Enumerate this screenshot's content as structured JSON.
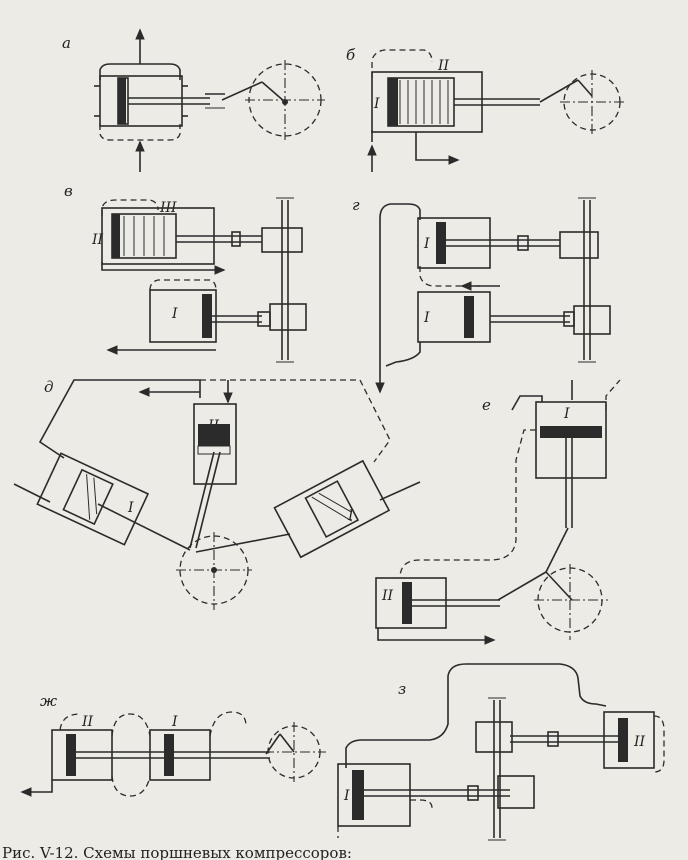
{
  "figure": {
    "caption": "Рис. V-12. Схемы поршневых компрессоров:",
    "panels": [
      {
        "id": "a",
        "label": "а",
        "stages": []
      },
      {
        "id": "b",
        "label": "б",
        "stages": [
          "I",
          "II"
        ]
      },
      {
        "id": "v",
        "label": "в",
        "stages": [
          "II",
          "III",
          "I"
        ]
      },
      {
        "id": "g",
        "label": "г",
        "stages": [
          "I",
          "I"
        ]
      },
      {
        "id": "d",
        "label": "д",
        "stages": [
          "II",
          "I",
          "I"
        ]
      },
      {
        "id": "e",
        "label": "е",
        "stages": [
          "I",
          "II"
        ]
      },
      {
        "id": "zh",
        "label": "ж",
        "stages": [
          "II",
          "I"
        ]
      },
      {
        "id": "z",
        "label": "з",
        "stages": [
          "I",
          "II"
        ]
      }
    ]
  }
}
